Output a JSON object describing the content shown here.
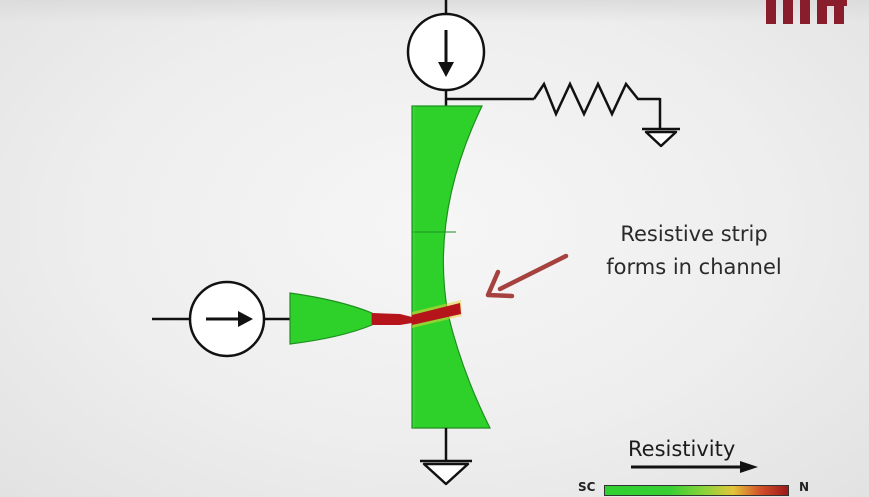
{
  "annotation": {
    "line1": "Resistive strip",
    "line2": "forms in channel"
  },
  "colorbar": {
    "title": "Resistivity",
    "min_label": "SC",
    "max_label": "N",
    "colors": [
      "#2fd02f",
      "#8fd23a",
      "#e3c43a",
      "#d2502a",
      "#9c1a18"
    ]
  },
  "colors": {
    "superconducting": "#2ed12a",
    "strip": "#b4141a",
    "arrow": "#a5423f",
    "wire": "#111111",
    "logo": "#8a1d2c"
  },
  "icons": [
    "current-source-down-icon",
    "current-source-right-icon",
    "resistor-icon",
    "ground-icon",
    "mit-logo-icon"
  ]
}
